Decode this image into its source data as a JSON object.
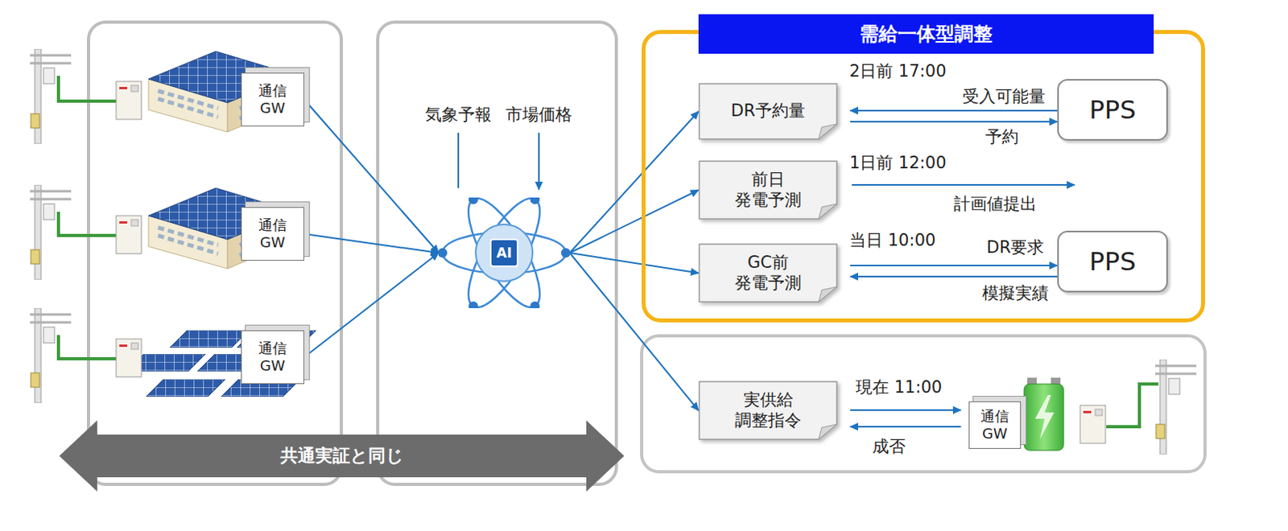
{
  "diagram": {
    "nodes": [
      {
        "text": [
          "通信 GW"
        ]
      },
      {
        "text": [
          "通信 GW"
        ]
      },
      {
        "text": [
          "通信 GW"
        ]
      },
      {
        "text": [
          "AI"
        ]
      },
      {
        "text": [
          "需給一体型調整"
        ]
      },
      {
        "text": [
          "DR予約量"
        ],
        "in": 4
      },
      {
        "text": [
          "PPS"
        ],
        "in": 4
      },
      {
        "text": [
          "前日 発電予測"
        ],
        "in": 4
      },
      {
        "text": [
          "GC前 発電予測"
        ],
        "in": 4
      },
      {
        "text": [
          "PPS"
        ],
        "in": 4
      },
      {
        "text": [
          "実供給 調整指令"
        ]
      },
      {
        "text": [
          "通信 GW"
        ]
      },
      {
        "text": [
          "共通実証と同じ"
        ]
      }
    ],
    "edges": [
      {
        "from": 0,
        "to": 3,
        "arrow": "to"
      },
      {
        "from": 1,
        "to": 3,
        "arrow": "to"
      },
      {
        "from": 2,
        "to": 3,
        "arrow": "to"
      },
      {
        "from": 3,
        "to": 5,
        "arrow": "to"
      },
      {
        "from": 3,
        "to": 7,
        "arrow": "to"
      },
      {
        "from": 3,
        "to": 8,
        "arrow": "to"
      },
      {
        "from": 3,
        "to": 10,
        "arrow": "to"
      },
      {
        "from": 6,
        "to": 5,
        "label": "受入可能量",
        "arrow": "to"
      },
      {
        "from": 5,
        "to": 6,
        "label": "予約",
        "arrow": "to"
      },
      {
        "from": 8,
        "to": 9,
        "label": "DR要求",
        "arrow": "to"
      },
      {
        "from": 9,
        "to": 8,
        "label": "模擬実績",
        "arrow": "to"
      },
      {
        "from": 10,
        "to": 11,
        "arrow": "to"
      },
      {
        "from": 11,
        "to": 10,
        "label": "成否",
        "arrow": "to"
      }
    ],
    "labels": [
      "気象予報",
      "市場価格",
      "2日前 17:00",
      "1日前 12:00",
      "計画値提出",
      "当日 10:00",
      "現在 11:00"
    ]
  }
}
